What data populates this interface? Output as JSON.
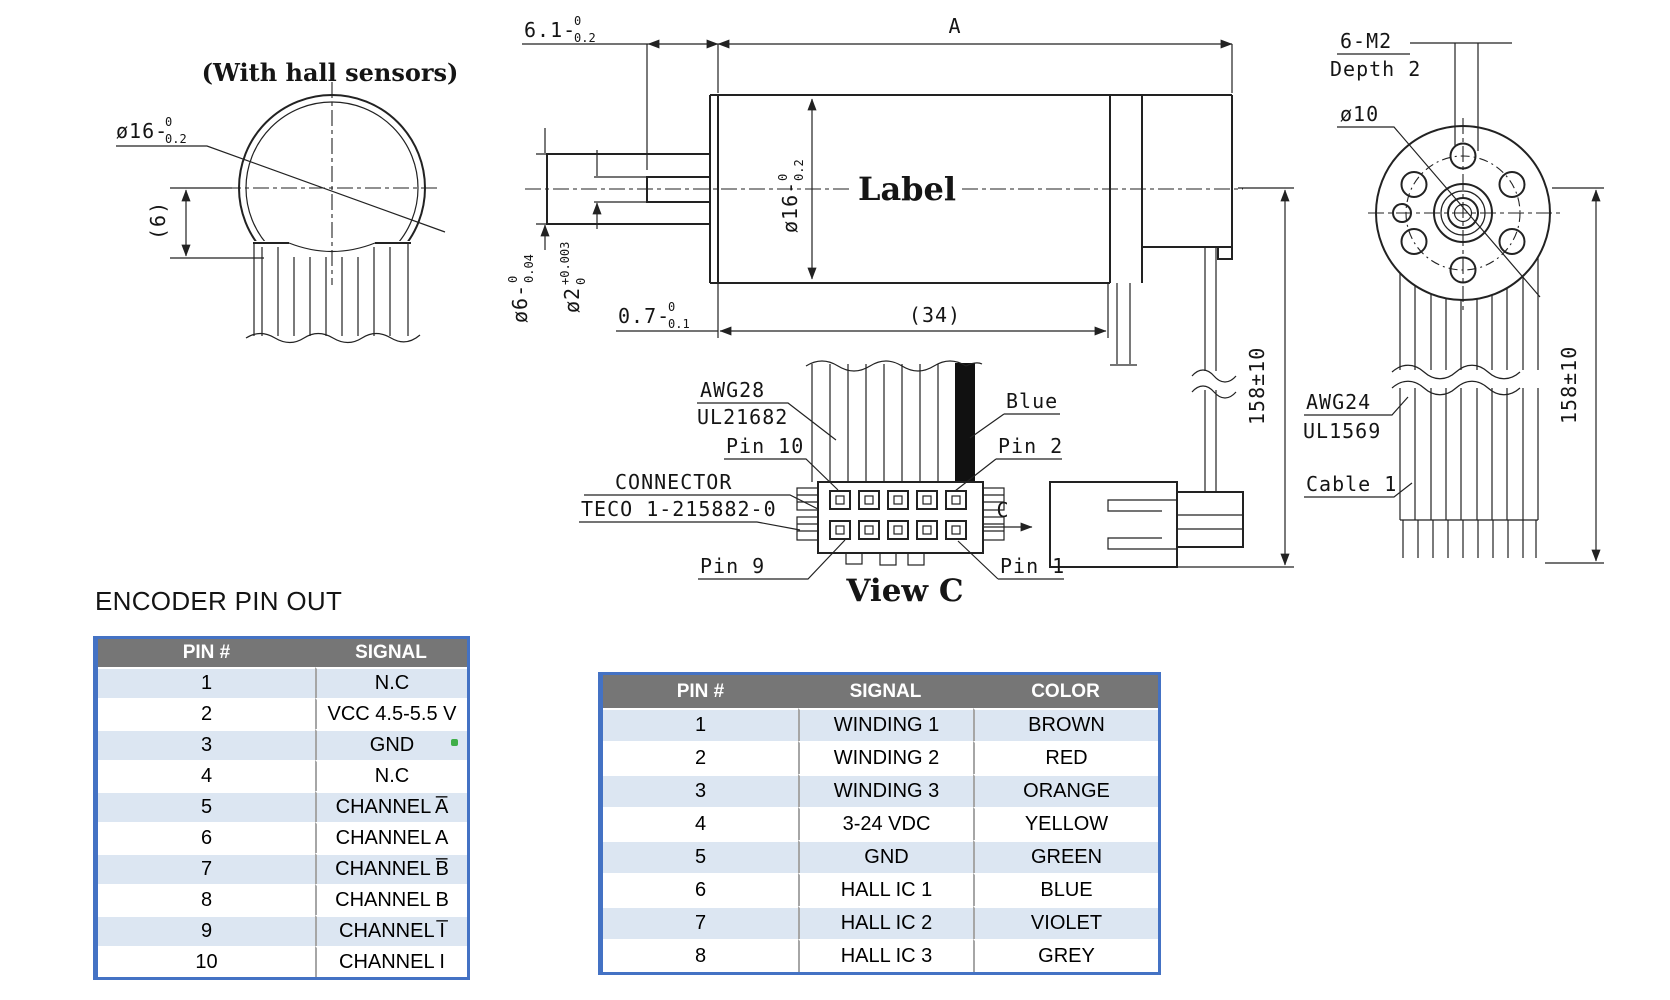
{
  "drawing": {
    "left_view": {
      "title": "(With hall sensors)",
      "dia16": "ø16-",
      "dia16_tol_top": "0",
      "dia16_tol_bot": "0.2",
      "dim6": "(6)"
    },
    "side_view": {
      "dim61": "6.1-",
      "dim61_tol_top": "0",
      "dim61_tol_bot": "0.2",
      "dimA": "A",
      "body_label": "Label",
      "dia16": "ø16-",
      "dia16_tol_top": "0",
      "dia16_tol_bot": "0.2",
      "dia6": "ø6-",
      "dia6_tol_top": "0",
      "dia6_tol_bot": "0.04",
      "dia2": "ø2",
      "dia2_tol_top": "+0.003",
      "dia2_tol_bot": "0",
      "dim07": "0.7-",
      "dim07_tol_top": "0",
      "dim07_tol_bot": "0.1",
      "dim34": "(34)",
      "dim158": "158±10"
    },
    "connector_detail": {
      "awg": "AWG28",
      "ul": "UL21682",
      "pin10": "Pin 10",
      "connector": "CONNECTOR",
      "part_no": "TECO 1-215882-0",
      "pin9": "Pin 9",
      "blue": "Blue",
      "pin2": "Pin 2",
      "pin1": "Pin 1",
      "view_label": "View C",
      "section_arrow": "C"
    },
    "right_view": {
      "screws": "6-M2",
      "depth": "Depth 2",
      "dia10": "ø10",
      "awg": "AWG24",
      "ul": "UL1569",
      "cable": "Cable 1",
      "dim158": "158±10"
    }
  },
  "encoder_section": {
    "title": "ENCODER PIN OUT",
    "table": {
      "headers": [
        "PIN #",
        "SIGNAL"
      ],
      "rows": [
        {
          "pin": "1",
          "signal": "N.C"
        },
        {
          "pin": "2",
          "signal": "VCC 4.5-5.5 V"
        },
        {
          "pin": "3",
          "signal": "GND"
        },
        {
          "pin": "4",
          "signal": "N.C"
        },
        {
          "pin": "5",
          "signal": "CHANNEL A̅"
        },
        {
          "pin": "6",
          "signal": "CHANNEL A"
        },
        {
          "pin": "7",
          "signal": "CHANNEL B̅"
        },
        {
          "pin": "8",
          "signal": "CHANNEL B"
        },
        {
          "pin": "9",
          "signal": "CHANNEL I̅"
        },
        {
          "pin": "10",
          "signal": "CHANNEL I"
        }
      ]
    }
  },
  "motor_section": {
    "table": {
      "headers": [
        "PIN #",
        "SIGNAL",
        "COLOR"
      ],
      "rows": [
        {
          "pin": "1",
          "signal": "WINDING 1",
          "color": "BROWN"
        },
        {
          "pin": "2",
          "signal": "WINDING 2",
          "color": "RED"
        },
        {
          "pin": "3",
          "signal": "WINDING 3",
          "color": "ORANGE"
        },
        {
          "pin": "4",
          "signal": "3-24 VDC",
          "color": "YELLOW"
        },
        {
          "pin": "5",
          "signal": "GND",
          "color": "GREEN"
        },
        {
          "pin": "6",
          "signal": "HALL IC 1",
          "color": "BLUE"
        },
        {
          "pin": "7",
          "signal": "HALL IC 2",
          "color": "VIOLET"
        },
        {
          "pin": "8",
          "signal": "HALL IC 3",
          "color": "GREY"
        }
      ]
    }
  },
  "colors": {
    "table_border": "#4472c4",
    "header_bg": "#767676",
    "header_text": "#ffffff",
    "row_alt": "#dce6f2",
    "artifact_green": "#3fae49"
  }
}
